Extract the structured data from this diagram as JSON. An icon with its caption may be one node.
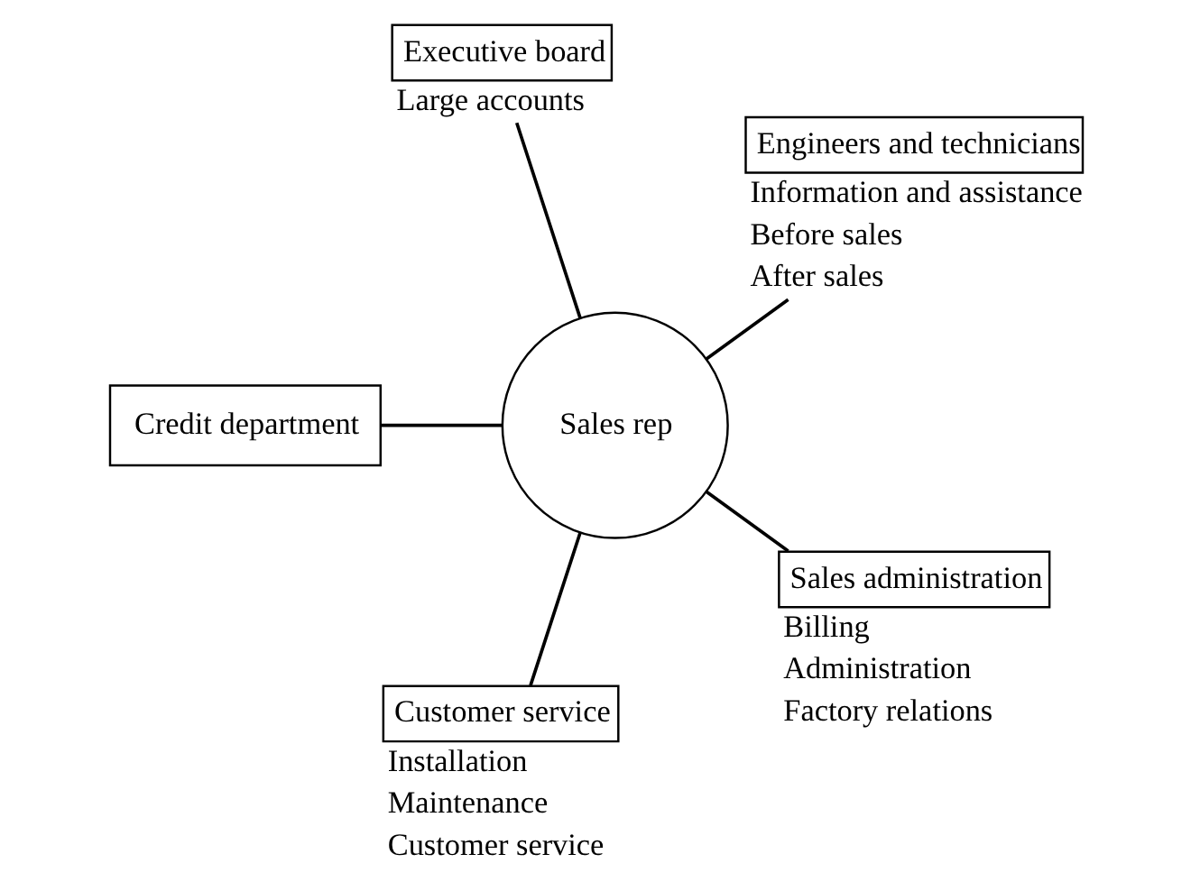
{
  "diagram": {
    "nodes": [
      {
        "text": [
          "Sales rep"
        ]
      },
      {
        "text": [
          "Engineers and technicians"
        ],
        "beside": [
          "Information and assistance",
          "Before sales",
          "After sales"
        ]
      },
      {
        "text": [
          "Executive board"
        ],
        "beside": [
          "Large accounts"
        ]
      },
      {
        "text": [
          "Credit department"
        ]
      },
      {
        "text": [
          "Customer service"
        ],
        "beside": [
          "Installation",
          "Maintenance",
          "Customer service"
        ]
      },
      {
        "text": [
          "Sales administration"
        ],
        "beside": [
          "Billing",
          "Administration",
          "Factory relations"
        ]
      }
    ],
    "edges": [
      {
        "from": 0,
        "to": 1,
        "arrow": "none"
      },
      {
        "from": 0,
        "to": 2,
        "arrow": "none"
      },
      {
        "from": 0,
        "to": 3,
        "arrow": "none"
      },
      {
        "from": 0,
        "to": 4,
        "arrow": "none"
      },
      {
        "from": 0,
        "to": 5,
        "arrow": "none"
      }
    ]
  }
}
